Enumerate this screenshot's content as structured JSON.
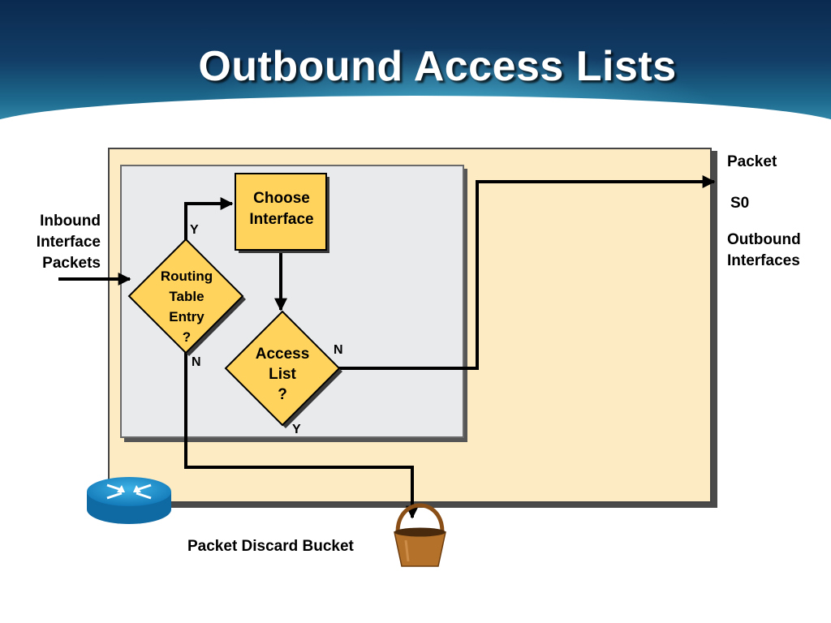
{
  "slide": {
    "title": "Outbound Access Lists"
  },
  "labels": {
    "inbound_line1": "Inbound",
    "inbound_line2": "Interface",
    "inbound_line3": "Packets",
    "packet": "Packet",
    "s0": "S0",
    "outbound_line1": "Outbound",
    "outbound_line2": "Interfaces",
    "discard_bucket": "Packet Discard Bucket"
  },
  "nodes": {
    "choose_interface": {
      "line1": "Choose",
      "line2": "Interface"
    },
    "routing_table": {
      "line1": "Routing",
      "line2": "Table",
      "line3": "Entry",
      "line4": "?"
    },
    "access_list": {
      "line1": "Access",
      "line2": "List",
      "line3": "?"
    }
  },
  "edges": {
    "routing_yes": "Y",
    "routing_no": "N",
    "access_no": "N",
    "access_yes": "Y"
  },
  "colors": {
    "node_fill": "#ffd35c",
    "outer_panel": "#fdecc3",
    "inner_panel": "#e8eaec",
    "router_blue": "#1b8fc9",
    "bucket_brown": "#b3712a"
  }
}
